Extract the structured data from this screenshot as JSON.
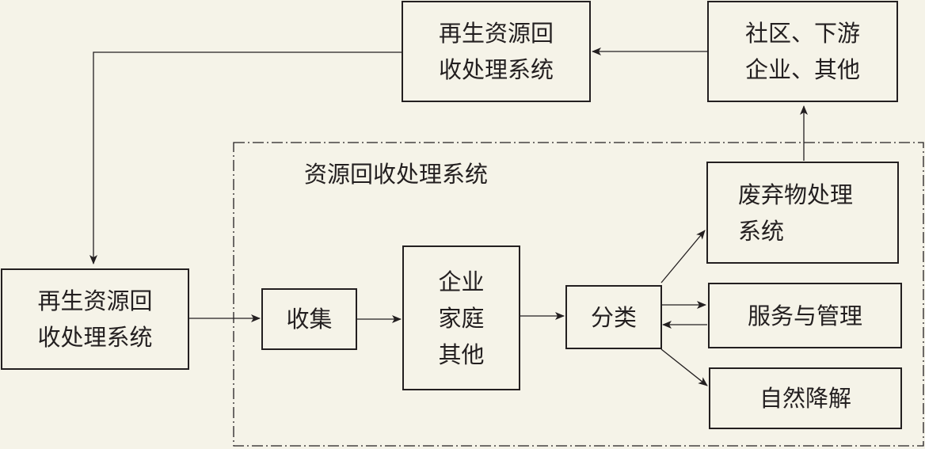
{
  "colors": {
    "background": "#f5f3e8",
    "ink": "#231f20"
  },
  "diagram": {
    "top_recycle": {
      "line1": "再生资源回",
      "line2": "收处理系统"
    },
    "community": {
      "line1": "社区、下游",
      "line2": "企业、其他"
    },
    "frame_label": "资源回收处理系统",
    "waste": {
      "line1": "废弃物处理",
      "line2": "系统"
    },
    "left_recycle": {
      "line1": "再生资源回",
      "line2": "收处理系统"
    },
    "collect": "收集",
    "sources": {
      "line1": "企业",
      "line2": "家庭",
      "line3": "其他"
    },
    "classify": "分类",
    "service": "服务与管理",
    "degrade": "自然降解"
  }
}
